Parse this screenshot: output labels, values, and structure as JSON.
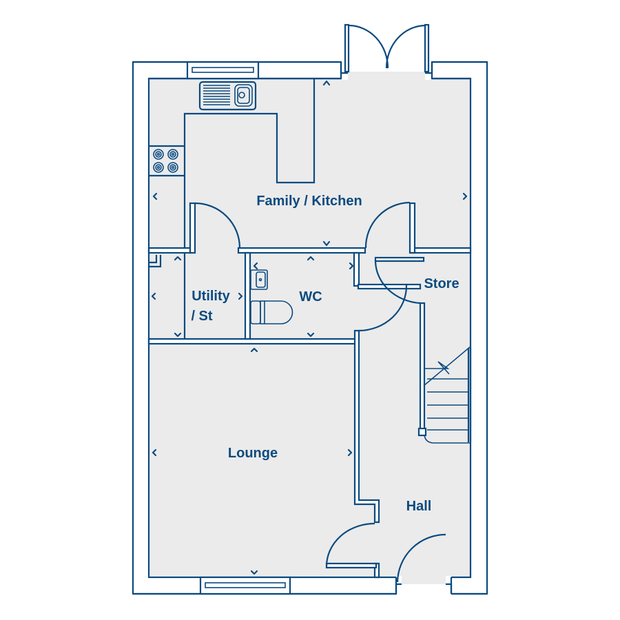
{
  "plan": {
    "colors": {
      "line": "#0b4a80",
      "floor": "#ebebeb",
      "wall": "#ffffff"
    },
    "rooms": {
      "family_kitchen": "Family / Kitchen",
      "utility_line1": "Utility",
      "utility_line2": "/ St",
      "wc": "WC",
      "store": "Store",
      "lounge": "Lounge",
      "hall": "Hall"
    }
  }
}
